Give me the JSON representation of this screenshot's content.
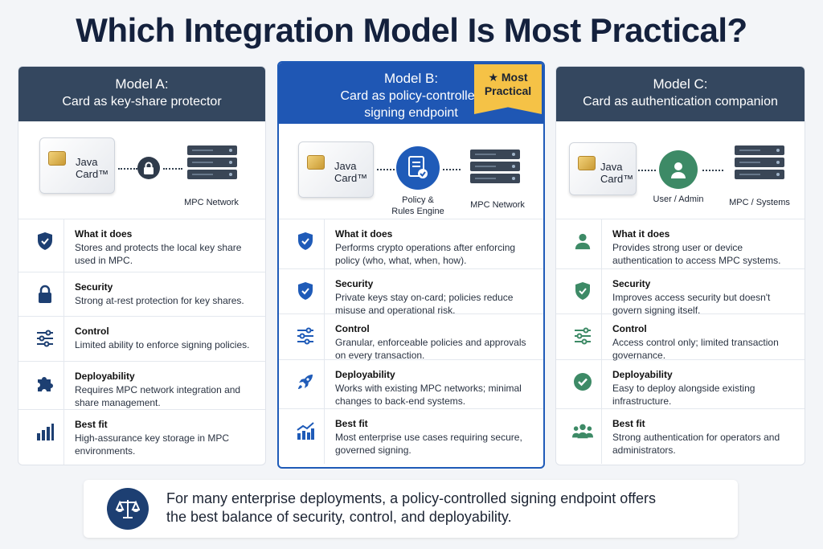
{
  "title": "Which Integration Model Is Most Practical?",
  "colors": {
    "navy_header": "#34475f",
    "blue_header": "#1f57b4",
    "ribbon": "#f5c246",
    "icon_navy": "#1d3f72",
    "icon_blue": "#1f5bb8",
    "icon_green": "#3d8a66"
  },
  "models": [
    {
      "header_line1": "Model A:",
      "header_line2": "Card as key-share protector",
      "header_line3": "",
      "java_card": "Java\nCard™",
      "middle_label": "",
      "server_label": "MPC Network",
      "rows": [
        {
          "icon": "shield-check-icon",
          "title": "What it does",
          "desc": "Stores and protects the local key share used in MPC."
        },
        {
          "icon": "lock-icon",
          "title": "Security",
          "desc": "Strong at-rest protection for key shares."
        },
        {
          "icon": "sliders-icon",
          "title": "Control",
          "desc": "Limited ability to enforce signing policies."
        },
        {
          "icon": "puzzle-icon",
          "title": "Deployability",
          "desc": "Requires MPC network integration and share management."
        },
        {
          "icon": "bar-chart-icon",
          "title": "Best fit",
          "desc": "High-assurance key storage in MPC environments."
        }
      ]
    },
    {
      "header_line1": "Model B:",
      "header_line2": "Card as policy-controlled",
      "header_line3": "signing endpoint",
      "ribbon": "Most Practical",
      "java_card": "Java\nCard™",
      "middle_label": "Policy &\nRules Engine",
      "server_label": "MPC Network",
      "rows": [
        {
          "icon": "shield-check-icon",
          "title": "What it does",
          "desc": "Performs crypto operations after enforcing policy (who, what, when, how)."
        },
        {
          "icon": "shield-check-icon",
          "title": "Security",
          "desc": "Private keys stay on-card; policies reduce misuse and operational risk."
        },
        {
          "icon": "sliders-icon",
          "title": "Control",
          "desc": "Granular, enforceable policies and approvals on every transaction."
        },
        {
          "icon": "rocket-icon",
          "title": "Deployability",
          "desc": "Works with existing MPC networks; minimal changes to back-end systems."
        },
        {
          "icon": "trend-chart-icon",
          "title": "Best fit",
          "desc": "Most enterprise use cases requiring secure, governed signing."
        }
      ]
    },
    {
      "header_line1": "Model C:",
      "header_line2": "Card as authentication companion",
      "header_line3": "",
      "java_card": "Java\nCard™",
      "middle_label": "User / Admin",
      "server_label": "MPC / Systems",
      "rows": [
        {
          "icon": "user-icon",
          "title": "What it does",
          "desc": "Provides strong user or device authentication to access MPC systems."
        },
        {
          "icon": "shield-check-icon",
          "title": "Security",
          "desc": "Improves access security but doesn't govern signing itself."
        },
        {
          "icon": "sliders-icon",
          "title": "Control",
          "desc": "Access control only; limited transaction governance."
        },
        {
          "icon": "check-circle-icon",
          "title": "Deployability",
          "desc": "Easy to deploy alongside existing infrastructure."
        },
        {
          "icon": "users-icon",
          "title": "Best fit",
          "desc": "Strong authentication for operators and administrators."
        }
      ]
    }
  ],
  "footer": {
    "icon": "scales-icon",
    "line1": "For many enterprise deployments, a policy-controlled signing endpoint offers",
    "line2": "the best balance of security, control, and deployability."
  }
}
